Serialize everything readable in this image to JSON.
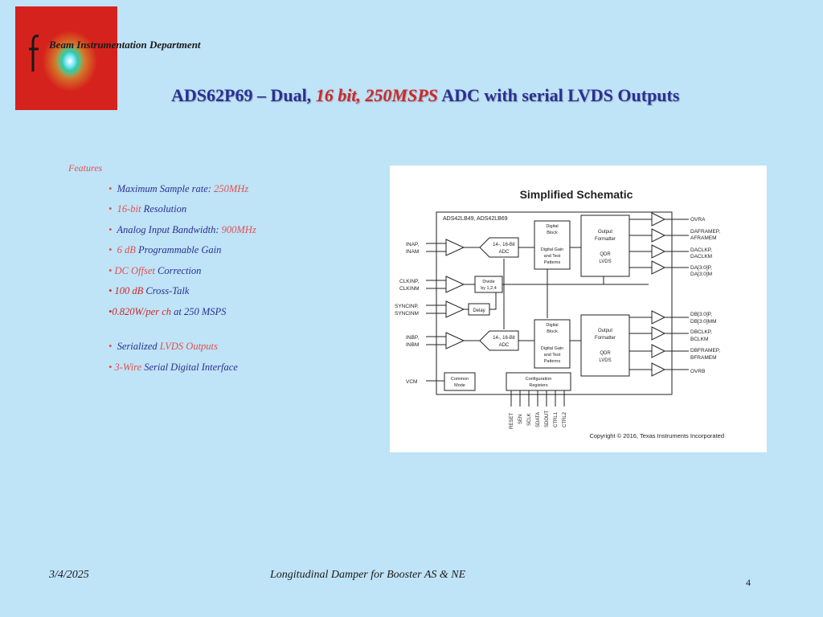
{
  "header": {
    "department": "Beam Instrumentation Department"
  },
  "title": {
    "part1": "ADS62P69 – Dual,",
    "part2": "16 bit, 250MSPS",
    "part3": "ADC with serial LVDS Outputs"
  },
  "features": {
    "label": "Features",
    "items": [
      {
        "bullet": "•",
        "a": "Maximum Sample rate:",
        "b": "250MHz"
      },
      {
        "bullet": "•",
        "a": "16-bit",
        "b": "Resolution"
      },
      {
        "bullet": "•",
        "a": "Analog Input Bandwidth:",
        "b": "900MHz"
      },
      {
        "bullet": "•",
        "a": "6 dB",
        "b": "Programmable  Gain"
      },
      {
        "bullet": "•",
        "a": "DC Offset",
        "b": "Correction"
      },
      {
        "bullet": "•",
        "a": "100 dB",
        "b": "Cross-Talk"
      },
      {
        "bullet": "•",
        "a": "0.820W/per ch",
        "b": "at 250 MSPS"
      },
      {
        "bullet": "•",
        "a": "Serialized",
        "b": "LVDS Outputs"
      },
      {
        "bullet": "•",
        "a": "3-Wire",
        "b": "Serial Digital Interface"
      }
    ]
  },
  "schematic": {
    "title": "Simplified Schematic",
    "chip": "ADS42LB49, ADS42LB69",
    "inputs": [
      "INAP,",
      "INAM",
      "CLKINP,",
      "CLKINM",
      "SYNCINP,",
      "SYNCINM",
      "INBP,",
      "INBM",
      "VCM"
    ],
    "adc_a": [
      "14-, 16-Bit",
      "ADC"
    ],
    "adc_b": [
      "14-, 16-Bit",
      "ADC"
    ],
    "digital_a": [
      "Digital",
      "Block",
      "Digital Gain",
      "and Test",
      "Patterns"
    ],
    "digital_b": [
      "Digital",
      "Block",
      "Digital Gain",
      "and Test",
      "Patterns"
    ],
    "formatter_a": [
      "Output",
      "Formatter",
      "QDR",
      "LVDS"
    ],
    "formatter_b": [
      "Output",
      "Formatter",
      "QDR",
      "LVDS"
    ],
    "divide": [
      "Divide",
      "by 1,2,4"
    ],
    "delay": "Delay",
    "common_mode": [
      "Common",
      "Mode"
    ],
    "config": [
      "Configuration",
      "Registers"
    ],
    "outputs": [
      "OVRA",
      "DAFRAMEP,",
      "AFRAMEM",
      "DACLKP,",
      "DACLKM",
      "DA[3:0]P,",
      "DA[3:0]M",
      "DB[3:0]P,",
      "DB[3:0]MM",
      "DBCLKP,",
      "BCLKM",
      "DBFRAMEP,",
      "BFRAMEM",
      "OVRB"
    ],
    "pins": [
      "RESET",
      "SEN",
      "SCLK",
      "SDATA",
      "SDOUT",
      "CTRL1",
      "CTRL2"
    ],
    "copyright": "Copyright © 2016, Texas Instruments Incorporated"
  },
  "footer": {
    "date": "3/4/2025",
    "title": "Longitudinal Damper for Booster AS & NE",
    "page": "4"
  }
}
